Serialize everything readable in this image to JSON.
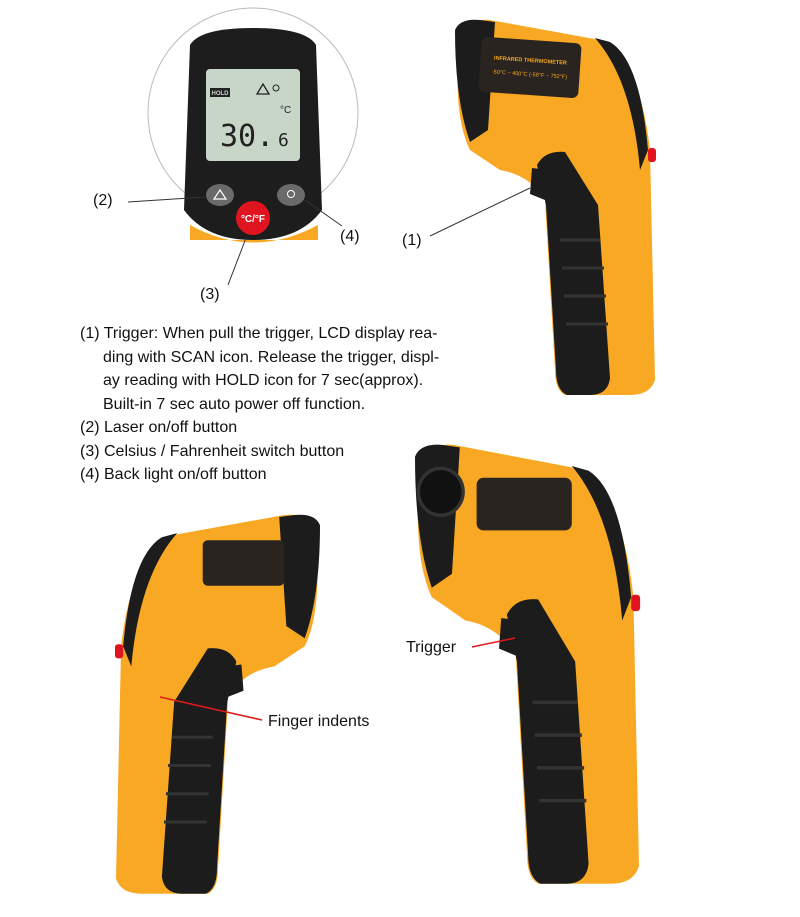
{
  "callouts": {
    "c1": "(1)",
    "c2": "(2)",
    "c3": "(3)",
    "c4": "(4)",
    "trigger": "Trigger",
    "finger": "Finger indents"
  },
  "lcd": {
    "hold": "HOLD",
    "reading": "30.",
    "decimal": "6",
    "unit": "°C"
  },
  "buttons": {
    "cf": "°C/°F"
  },
  "device_label": {
    "line1": "INFRARED THERMOMETER",
    "line2": "-50°C ~ 400°C (-58°F ~ 752°F)"
  },
  "description": [
    "(1) Trigger: When pull the trigger, LCD display rea-",
    "ding with SCAN icon. Release the trigger, displ-",
    "ay reading with HOLD icon for 7 sec(approx).",
    "Built-in 7 sec auto power off function.",
    "(2) Laser on/off button",
    "(3) Celsius / Fahrenheit switch button",
    "(4) Back light on/off button"
  ],
  "colors": {
    "body_yellow": "#f9a824",
    "grip_black": "#1c1c1c",
    "button_red": "#e0141e",
    "lcd_green": "#c8d6c8",
    "pointer_red": "#e01a1a"
  }
}
